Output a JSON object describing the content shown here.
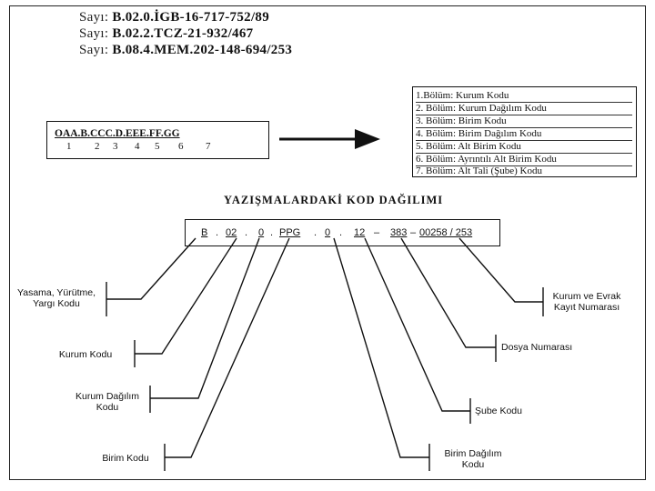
{
  "header": {
    "lines": [
      {
        "prefix": "Sayı:",
        "value": "B.02.0.İGB-16-717-752/89"
      },
      {
        "prefix": "Sayı:",
        "value": "B.02.2.TCZ-21-932/467"
      },
      {
        "prefix": "Sayı:",
        "value": "B.08.4.MEM.202-148-694/253"
      }
    ]
  },
  "format": {
    "code": "OAA.B.CCC.D.EEE.FF.GG",
    "indices": [
      "1",
      "2",
      "3",
      "4",
      "5",
      "6",
      "7"
    ]
  },
  "legend": {
    "items": [
      "1.Bölüm: Kurum Kodu",
      "2. Bölüm: Kurum Dağılım Kodu",
      "3. Bölüm: Birim Kodu",
      "4. Bölüm: Birim Dağılım Kodu",
      "5. Bölüm: Alt Birim Kodu",
      "6. Bölüm: Ayrıntılı Alt Birim Kodu",
      "7. Bölüm: Alt Tali (Şube) Kodu"
    ]
  },
  "section_title": "YAZIŞMALARDAKİ KOD DAĞILIMI",
  "example_code": {
    "segments": [
      "B",
      ".",
      "02",
      ".",
      "0",
      ".",
      "PPG",
      ".",
      "0",
      ".",
      "12",
      "–",
      "383",
      "–",
      "00258 / 253"
    ]
  },
  "labels": {
    "yasama": "Yasama, Yürütme, Yargı Kodu",
    "kurum": "Kurum Kodu",
    "kurum_dagilim": "Kurum Dağılım Kodu",
    "birim": "Birim Kodu",
    "birim_dagilim": "Birim Dağılım Kodu",
    "sube": "Şube Kodu",
    "dosya": "Dosya Numarası",
    "kurum_evrak": "Kurum ve Evrak Kayıt Numarası"
  }
}
